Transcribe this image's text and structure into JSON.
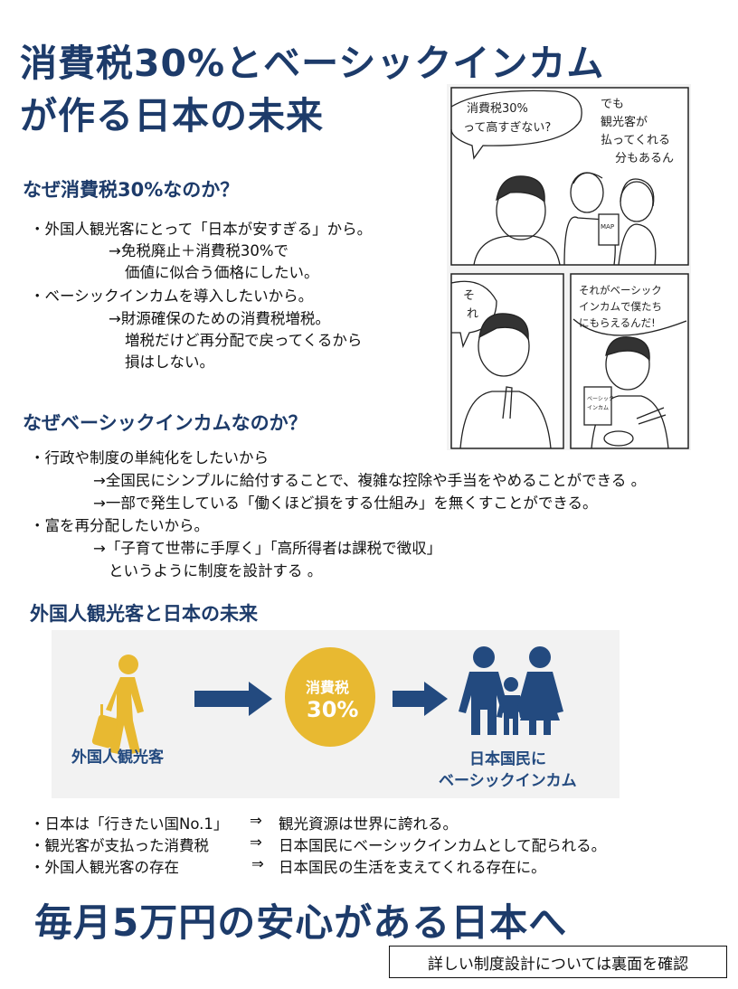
{
  "title": {
    "line1": "消費税30%とベーシックインカム",
    "line2": "が作る日本の未来"
  },
  "section1": {
    "heading": "なぜ消費税30%なのか？",
    "lines": [
      "・外国人観光客にとって「日本が安すぎる」から。",
      "→免税廃止＋消費税30%で",
      "価値に似合う価格にしたい。",
      "・ベーシックインカムを導入したいから。",
      "→財源確保のための消費税増税。",
      "増税だけど再分配で戻ってくるから",
      "損はしない。"
    ]
  },
  "section2": {
    "heading": "なぜベーシックインカムなのか？",
    "lines": [
      "・行政や制度の単純化をしたいから",
      "→全国民にシンプルに給付することで、複雑な控除や手当をやめることができる 。",
      "→一部で発生している「働くほど損をする仕組み」を無くすことができる。",
      "・富を再分配したいから。",
      "→「子育て世帯に手厚く」「高所得者は課税で徴収」",
      "というように制度を設計する 。"
    ]
  },
  "manga": {
    "panel1_bubble_left": [
      "消費税30%",
      "って高すぎない?"
    ],
    "panel1_bubble_right": [
      "でも",
      "観光客が",
      "払ってくれる",
      "分もあるん"
    ],
    "map_label": "MAP",
    "panel2_bubble": [
      "そ",
      "れ"
    ],
    "panel3_bubble": [
      "それがベーシック",
      "インカムで僕たち",
      "にもらえるんだ!"
    ],
    "card_label": [
      "ベーシック",
      "インカム"
    ]
  },
  "section3": {
    "heading": "外国人観光客と日本の未来",
    "infographic": {
      "tourist_label": "外国人観光客",
      "tax_label": "消費税",
      "tax_value": "30%",
      "citizens_label": [
        "日本国民に",
        "ベーシックインカム"
      ],
      "colors": {
        "yellow": "#e8b931",
        "navy": "#234a7f"
      }
    },
    "bullets": [
      {
        "left": "・日本は「行きたい国No.1」",
        "arrow": "⇒",
        "right": "観光資源は世界に誇れる。"
      },
      {
        "left": "・観光客が支払った消費税",
        "arrow": "⇒",
        "right": "日本国民にベーシックインカムとして配られる。"
      },
      {
        "left": "・外国人観光客の存在",
        "arrow": "⇒",
        "right": "日本国民の生活を支えてくれる存在に。"
      }
    ]
  },
  "slogan": "毎月5万円の安心がある日本へ",
  "note": "詳しい制度設計については裏面を確認"
}
